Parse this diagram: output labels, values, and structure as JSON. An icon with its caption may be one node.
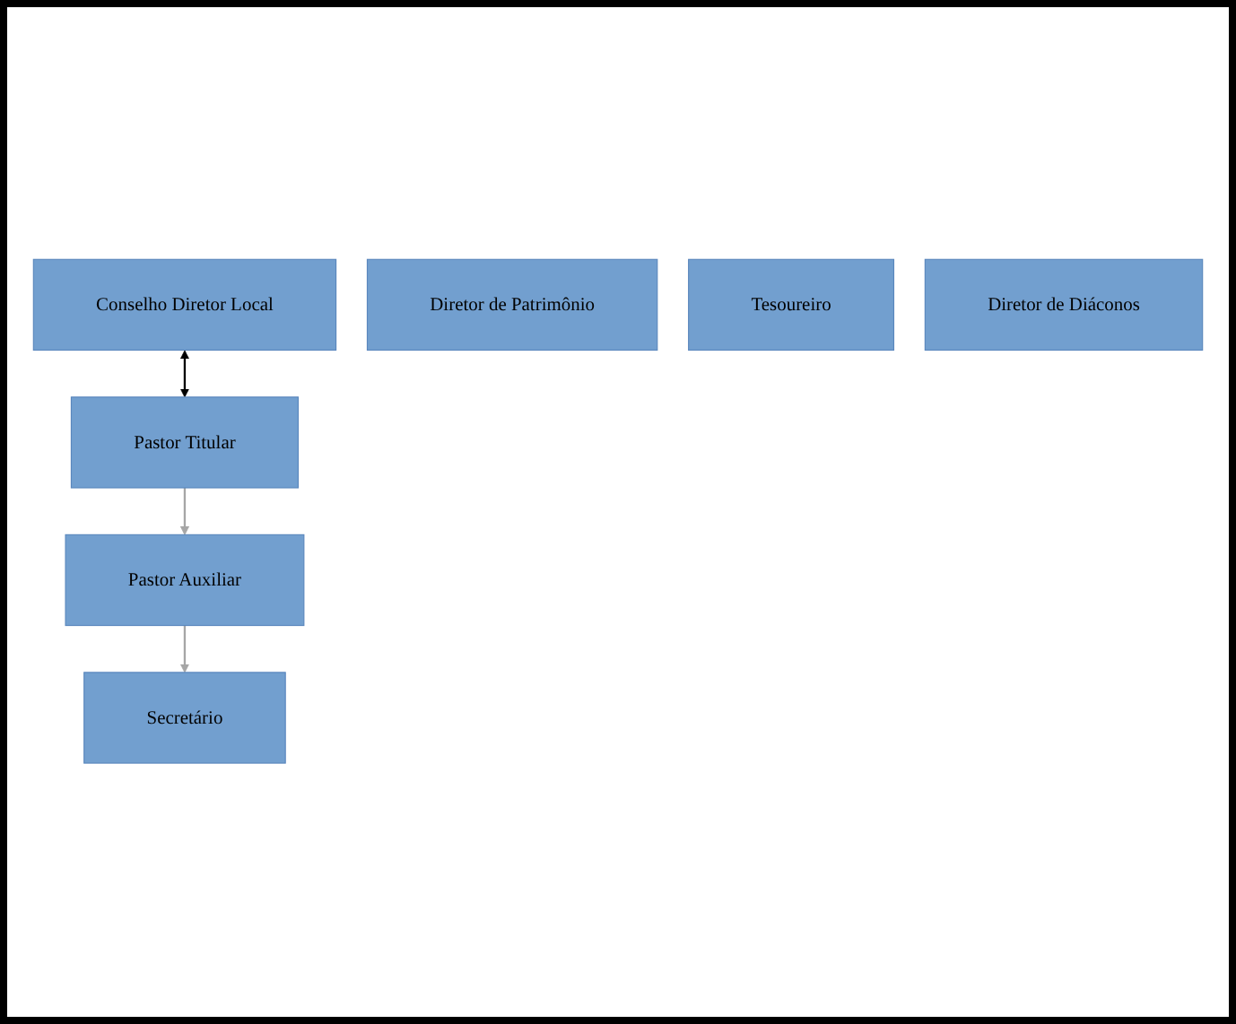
{
  "diagram": {
    "nodes": [
      {
        "text": [
          "Conselho Diretor Local"
        ]
      },
      {
        "text": [
          "Pastor Titular"
        ]
      },
      {
        "text": [
          "Pastor Auxiliar"
        ]
      },
      {
        "text": [
          "Secretário"
        ]
      },
      {
        "text": [
          "Diretor de Patrimônio"
        ]
      },
      {
        "text": [
          "Tesoureiro"
        ]
      },
      {
        "text": [
          "Diretor de Diáconos"
        ]
      }
    ],
    "edges": [
      {
        "from": 0,
        "to": 1,
        "arrow": "both",
        "color": "#000000"
      },
      {
        "from": 1,
        "to": 2,
        "arrow": "to",
        "color": "#a6a6a6"
      },
      {
        "from": 2,
        "to": 3,
        "arrow": "to",
        "color": "#a6a6a6"
      }
    ]
  }
}
